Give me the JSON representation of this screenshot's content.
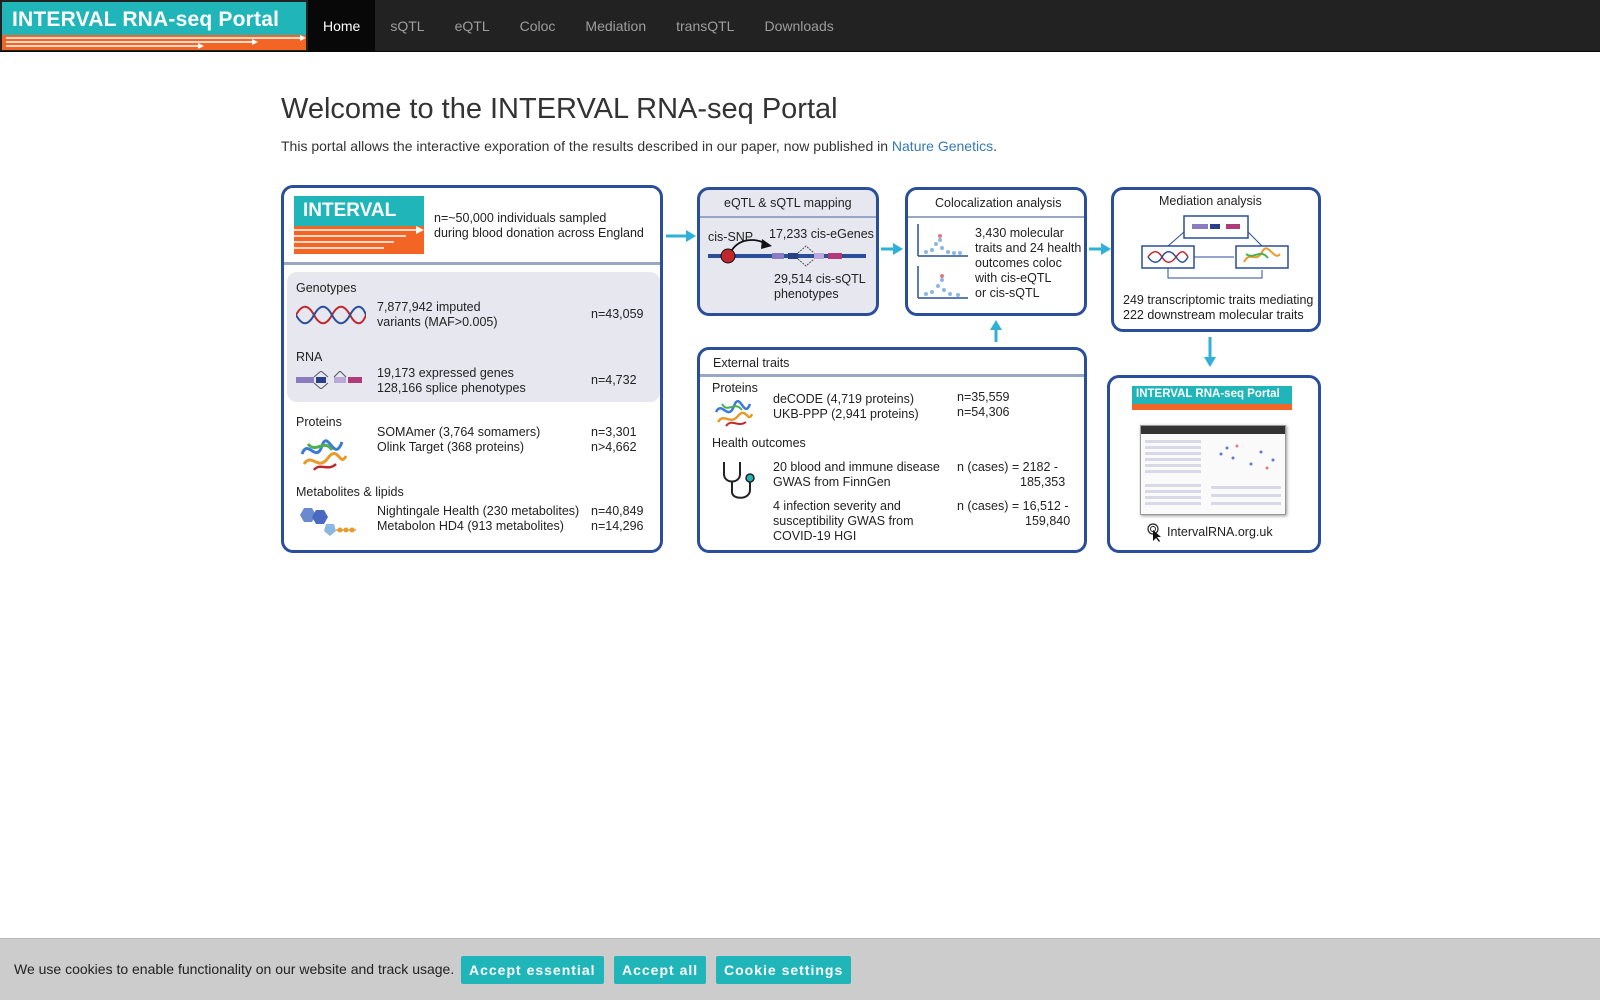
{
  "brand": {
    "title": "INTERVAL RNA-seq Portal"
  },
  "nav": {
    "items": [
      {
        "label": "Home",
        "active": true
      },
      {
        "label": "sQTL"
      },
      {
        "label": "eQTL"
      },
      {
        "label": "Coloc"
      },
      {
        "label": "Mediation"
      },
      {
        "label": "transQTL"
      },
      {
        "label": "Downloads"
      }
    ]
  },
  "main": {
    "title": "Welcome to the INTERVAL RNA-seq Portal",
    "intro_prefix": "This portal allows the interactive exporation of the results described in our paper, now published in ",
    "intro_link": "Nature Genetics",
    "intro_suffix": "."
  },
  "figure": {
    "interval": {
      "logo": "INTERVAL",
      "desc1": "n=~50,000 individuals sampled",
      "desc2": "during blood donation across England",
      "genotypes": {
        "title": "Genotypes",
        "line1": "7,877,942 imputed",
        "line2": "variants (MAF>0.005)",
        "n": "n=43,059"
      },
      "rna": {
        "title": "RNA",
        "line1": "19,173 expressed genes",
        "line2": "128,166 splice phenotypes",
        "n": "n=4,732"
      },
      "proteins": {
        "title": "Proteins",
        "line1": "SOMAmer (3,764 somamers)",
        "line2": "Olink Target (368 proteins)",
        "n1": "n=3,301",
        "n2": "n>4,662"
      },
      "metabolites": {
        "title": "Metabolites & lipids",
        "line1": "Nightingale Health (230 metabolites)",
        "line2": "Metabolon HD4 (913 metabolites)",
        "n1": "n=40,849",
        "n2": "n=14,296"
      }
    },
    "mapping": {
      "title": "eQTL & sQTL mapping",
      "snp": "cis-SNP",
      "egenes": "17,233 cis-eGenes",
      "sqtl1": "29,514 cis-sQTL",
      "sqtl2": "phenotypes"
    },
    "coloc": {
      "title": "Colocalization analysis",
      "l1": "3,430 molecular",
      "l2": "traits and 24 health",
      "l3": "outcomes coloc",
      "l4": "with cis-eQTL",
      "l5": "or cis-sQTL"
    },
    "mediation": {
      "title": "Mediation analysis",
      "l1": "249 transcriptomic traits mediating",
      "l2": "222 downstream molecular traits"
    },
    "external": {
      "title": "External traits",
      "proteins_title": "Proteins",
      "p1": "deCODE (4,719 proteins)",
      "p2": "UKB-PPP (2,941 proteins)",
      "pn1": "n=35,559",
      "pn2": "n=54,306",
      "health_title": "Health outcomes",
      "h1a": "20 blood and immune disease",
      "h1b": "GWAS from FinnGen",
      "h1n1": "n (cases) = 2182 -",
      "h1n2": "185,353",
      "h2a": "4 infection severity and",
      "h2b": "susceptibility GWAS from",
      "h2c": "COVID-19 HGI",
      "h2n1": "n (cases) = 16,512 -",
      "h2n2": "159,840"
    },
    "portal": {
      "title": "INTERVAL RNA-seq Portal",
      "url": "IntervalRNA.org.uk"
    }
  },
  "cookie": {
    "text": "We use cookies to enable functionality on our website and track usage.",
    "accept_essential": "Accept essential",
    "accept_all": "Accept all",
    "settings": "Cookie settings"
  },
  "colors": {
    "teal": "#1fb5b9",
    "orange": "#f26524",
    "navy": "#2a4e9a",
    "navbar": "#222222",
    "link": "#337ab7"
  }
}
